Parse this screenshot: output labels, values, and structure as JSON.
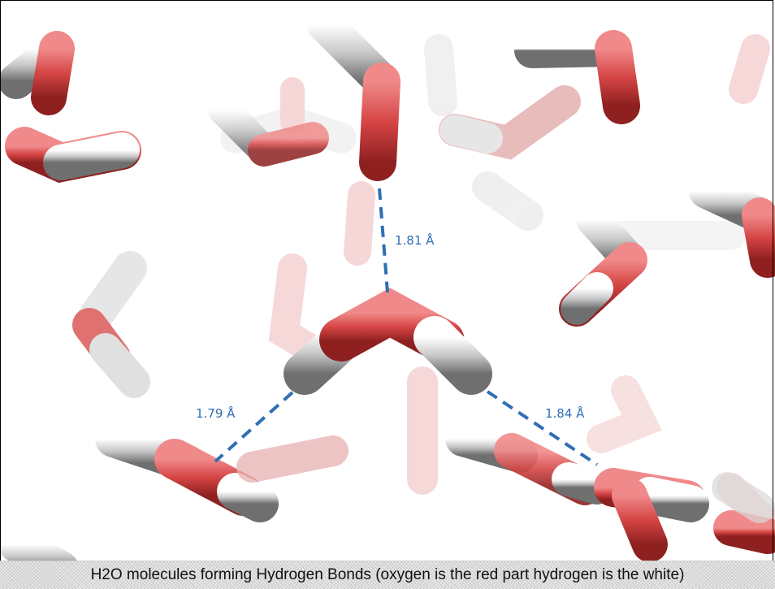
{
  "labels": {
    "bond_top": "1.81 Å",
    "bond_left": "1.79 Å",
    "bond_right": "1.84 Å"
  },
  "caption": "H2O molecules forming Hydrogen Bonds (oxygen is the red part hydrogen is the white)",
  "colors": {
    "oxygen": "#d64545",
    "hydrogen": "#e6e6e6",
    "bond_line": "#2f6fb3"
  }
}
